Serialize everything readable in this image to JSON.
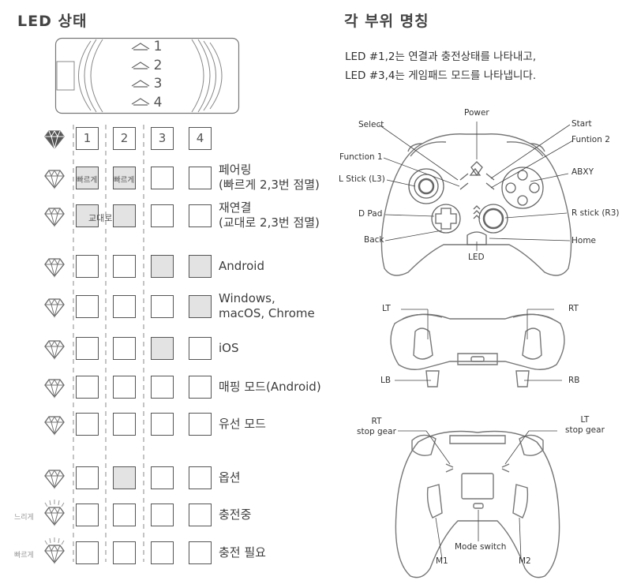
{
  "led_section": {
    "title": "LED 상태",
    "indicator_numbers": [
      "1",
      "2",
      "3",
      "4"
    ],
    "rows": [
      {
        "label": "",
        "leds": [
          0,
          0,
          0,
          0
        ],
        "mode": "header"
      },
      {
        "label": "페어링\n(빠르게 2,3번 점멸)",
        "leds": [
          1,
          1,
          0,
          0
        ],
        "inline_1": "빠르게",
        "inline_2": "빠르게"
      },
      {
        "label": "재연결\n(교대로 2,3번 점멸)",
        "leds": [
          1,
          1,
          0,
          0
        ],
        "inline_1": "교대로"
      },
      {
        "label": "Android",
        "leds": [
          0,
          0,
          1,
          1
        ]
      },
      {
        "label": "Windows,\nmacOS, Chrome",
        "leds": [
          0,
          0,
          0,
          1
        ]
      },
      {
        "label": "iOS",
        "leds": [
          0,
          0,
          1,
          0
        ]
      },
      {
        "label": "매핑 모드(Android)",
        "leds": [
          0,
          0,
          0,
          0
        ]
      },
      {
        "label": "유선 모드",
        "leds": [
          0,
          0,
          0,
          0
        ]
      },
      {
        "label": "옵션",
        "leds": [
          0,
          1,
          0,
          0
        ]
      },
      {
        "label": "충전중",
        "leds": [
          0,
          0,
          0,
          0
        ],
        "side": "느리게"
      },
      {
        "label": "충전 필요",
        "leds": [
          0,
          0,
          0,
          0
        ],
        "side": "빠르게"
      }
    ]
  },
  "parts_section": {
    "title": "각 부위 명칭",
    "description": "LED #1,2는 연결과 충전상태를 나타내고,\nLED #3,4는 게임패드 모드를 나타냅니다.",
    "front_labels": {
      "power": "Power",
      "select": "Select",
      "start": "Start",
      "function1": "Function 1",
      "function2": "Funtion 2",
      "lstick": "L Stick (L3)",
      "abxy": "ABXY",
      "dpad": "D Pad",
      "rstick": "R stick (R3)",
      "back": "Back",
      "home": "Home",
      "led": "LED"
    },
    "top_labels": {
      "lt": "LT",
      "rt": "RT",
      "lb": "LB",
      "rb": "RB"
    },
    "back_labels": {
      "rt_stop": "RT\nstop gear",
      "lt_stop": "LT\nstop gear",
      "mode_switch": "Mode switch",
      "m1": "M1",
      "m2": "M2"
    }
  }
}
